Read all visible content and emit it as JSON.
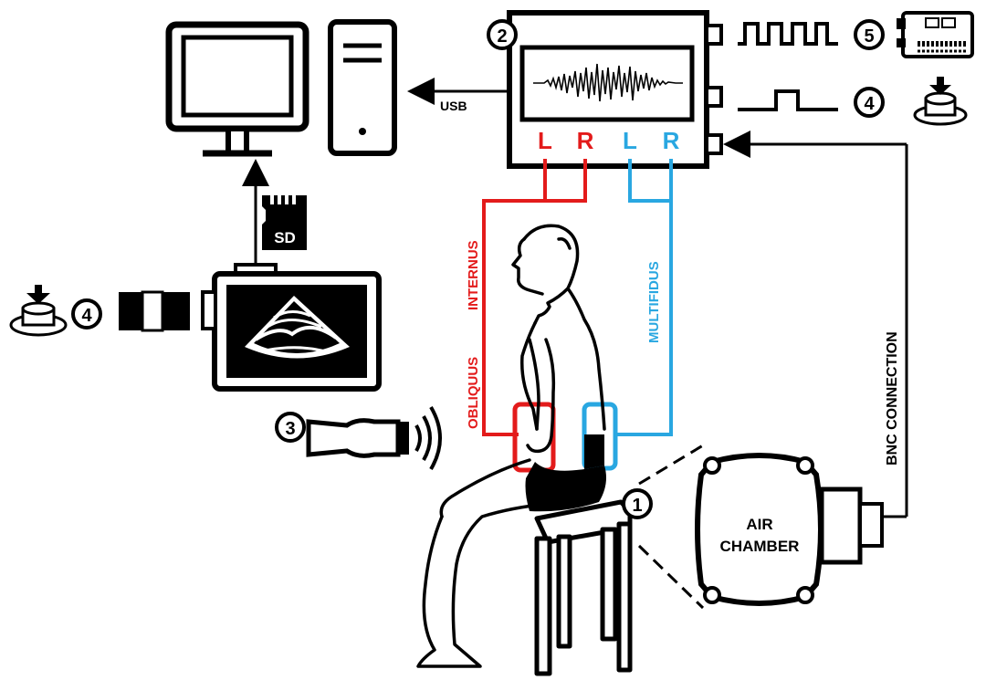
{
  "labels": {
    "usb": "USB",
    "sd": "SD",
    "channel_l1": "L",
    "channel_r1": "R",
    "channel_l2": "L",
    "channel_r2": "R",
    "internus": "INTERNUS",
    "obliquus": "OBLIQUUS",
    "multifidus": "MULTIFIDUS",
    "bnc": "BNC CONNECTION",
    "air_chamber_line1": "AIR",
    "air_chamber_line2": "CHAMBER"
  },
  "markers": {
    "m1": "1",
    "m2": "2",
    "m3": "3",
    "m4_left": "4",
    "m4_right": "4",
    "m5": "5"
  },
  "colors": {
    "left_channel": "#e31b1b",
    "right_channel": "#29a7e1",
    "line": "#000000",
    "background": "#ffffff"
  }
}
